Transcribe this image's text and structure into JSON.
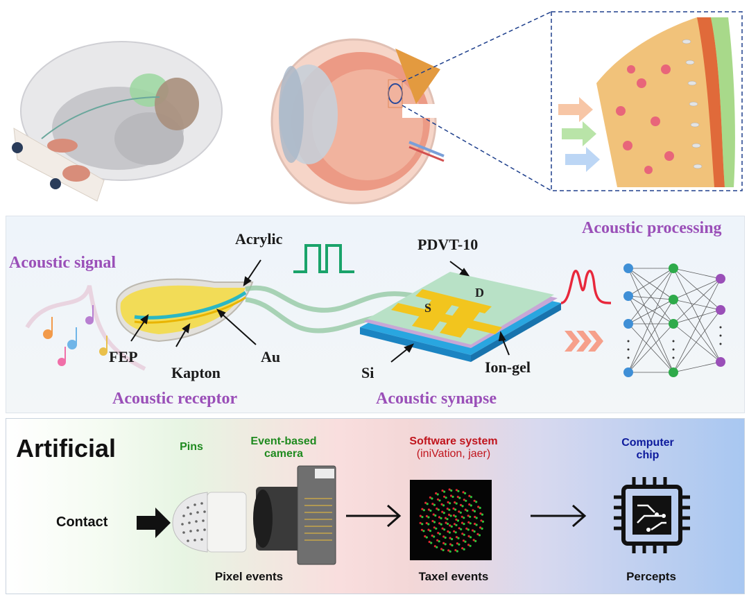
{
  "acoustic": {
    "signal_title": "Acoustic signal",
    "receptor_title": "Acoustic receptor",
    "synapse_title": "Acoustic synapse",
    "processing_title": "Acoustic processing",
    "labels": {
      "acrylic": "Acrylic",
      "fep": "FEP",
      "kapton": "Kapton",
      "au": "Au",
      "pdvt": "PDVT-10",
      "si": "Si",
      "iongel": "Ion-gel",
      "s": "S",
      "d": "D"
    }
  },
  "artificial": {
    "title": "Artificial",
    "pins": "Pins",
    "camera_line1": "Event-based",
    "camera_line2": "camera",
    "software_line1": "Software system",
    "software_line2": "(iniVation, jaer)",
    "chip_line1": "Computer",
    "chip_line2": "chip",
    "contact": "Contact",
    "pixel_events": "Pixel events",
    "taxel_events": "Taxel events",
    "percepts": "Percepts"
  },
  "colors": {
    "purple_title": "#9a4fb8",
    "green_label": "#1f8a1f",
    "red_label": "#c0141c",
    "blue_label": "#0d1a9c"
  }
}
